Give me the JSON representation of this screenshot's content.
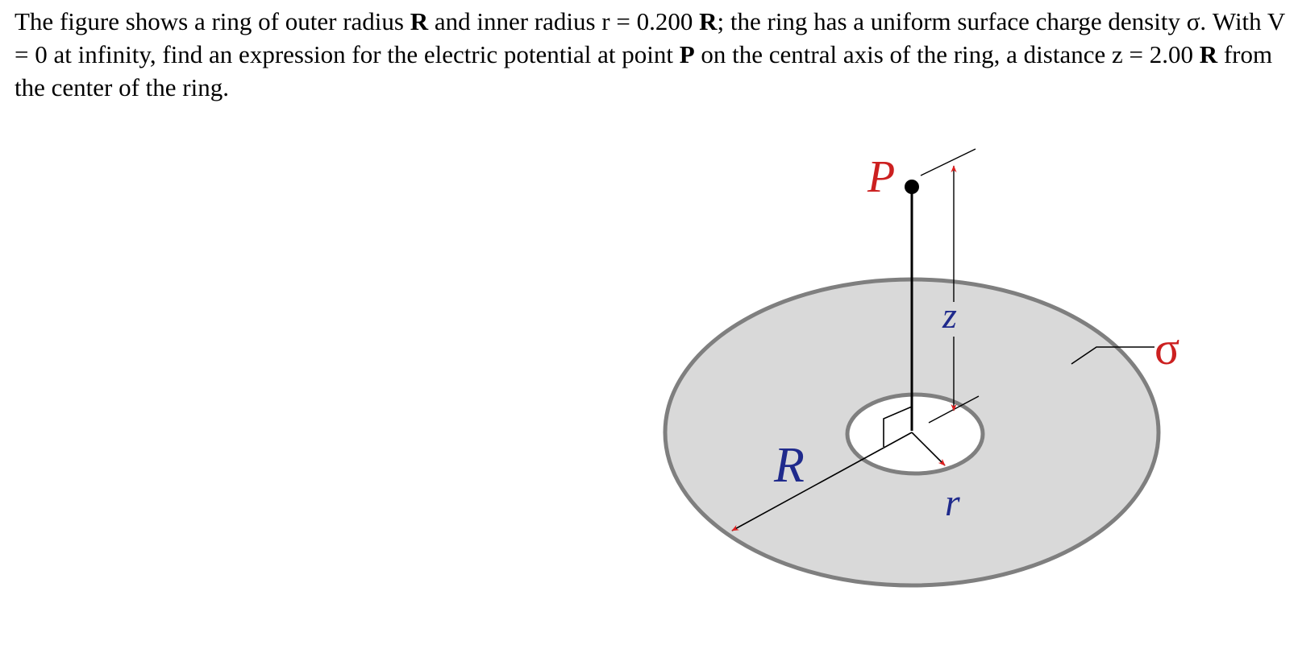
{
  "problem": {
    "s1": "The figure shows a ring of outer radius ",
    "b1": "R",
    "s2": " and inner radius r = 0.200 ",
    "b2": "R",
    "s3": "; the ring has a uniform surface charge density σ.  With V = 0 at infinity, find an expression for the electric potential at point ",
    "b3": "P",
    "s4": " on the central axis of the ring, a distance z = 2.00 ",
    "b4": "R",
    "s5": " from the center of the ring."
  },
  "figure": {
    "labels": {
      "point": "P",
      "axial_distance": "z",
      "outer_radius": "R",
      "inner_radius": "r",
      "charge_density": "σ"
    },
    "colors": {
      "ring_fill": "#d9d9d9",
      "ring_edge": "#7f7f7f",
      "arrow": "#e02020",
      "label_red": "#cc2020",
      "label_blue": "#1f2a8c",
      "line": "#000000"
    }
  }
}
